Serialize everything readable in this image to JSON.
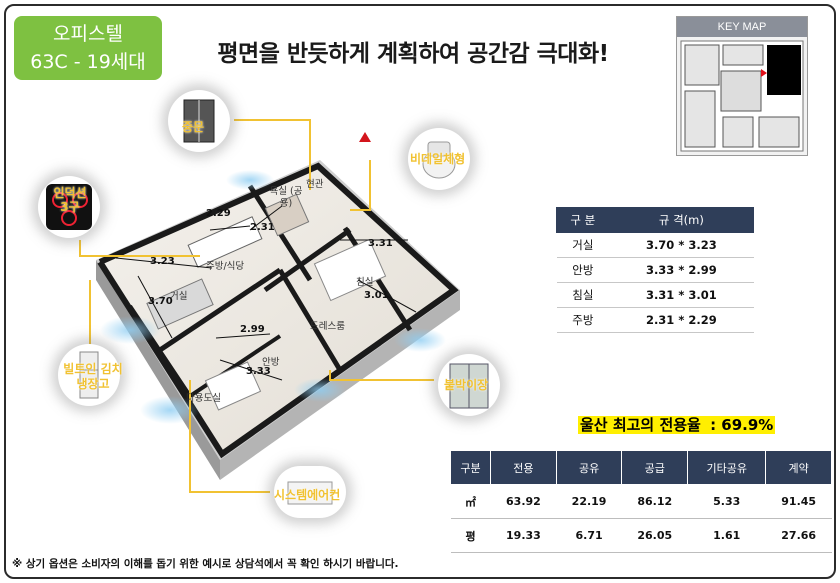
{
  "badge": {
    "line1": "오피스텔",
    "line2": "63C - 19세대"
  },
  "headline": "평면을 반듯하게 계획하여 공간감 극대화!",
  "keymap": {
    "title": "KEY MAP"
  },
  "callouts": {
    "storage": "중문",
    "cooktop": "인덕션 3구",
    "bidet": "비데일체형",
    "fridge": "빌트인 김치냉장고",
    "wardrobe": "붙박이장",
    "aircon": "시스템에어컨"
  },
  "rooms": {
    "bath": "욕실 (공용)",
    "entrance": "현관",
    "kitchen": "주방/식당",
    "living": "거실",
    "bedroom": "침실",
    "master": "안방",
    "dress": "드레스룸",
    "multi": "다용도실"
  },
  "dims": {
    "d1": "2.29",
    "d2": "2.31",
    "d3": "3.23",
    "d4": "3.70",
    "d5": "3.31",
    "d6": "3.01",
    "d7": "2.99",
    "d8": "3.33"
  },
  "spec_table": {
    "headers": [
      "구 분",
      "규 격(m)"
    ],
    "rows": [
      [
        "거실",
        "3.70 * 3.23"
      ],
      [
        "안방",
        "3.33 * 2.99"
      ],
      [
        "침실",
        "3.31 * 3.01"
      ],
      [
        "주방",
        "2.31 * 2.29"
      ]
    ]
  },
  "ratio": {
    "prefix": "울산 최고의 전용율",
    "value": " : 69.9%"
  },
  "area_table": {
    "headers": [
      "구분",
      "전용",
      "공유",
      "공급",
      "기타공유",
      "계약"
    ],
    "rows": [
      [
        "㎡",
        "63.92",
        "22.19",
        "86.12",
        "5.33",
        "91.45"
      ],
      [
        "평",
        "19.33",
        "6.71",
        "26.05",
        "1.61",
        "27.66"
      ]
    ]
  },
  "note": "※ 상기 옵션은 소비자의 이해를 돕기 위한 예시로 상담석에서 꼭 확인 하시기 바랍니다.",
  "colors": {
    "badge": "#7ec141",
    "table_header": "#2f3e59",
    "callout_line": "#f1c232",
    "highlight": "#ffef00"
  }
}
